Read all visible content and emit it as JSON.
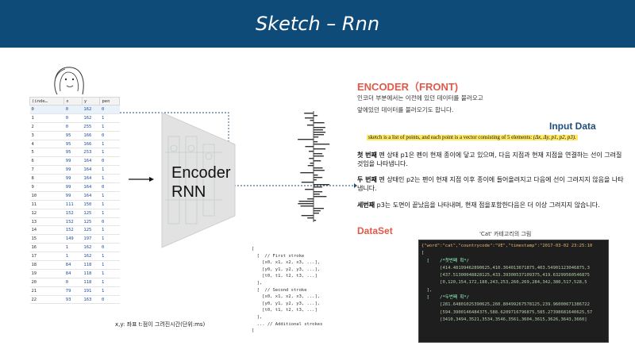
{
  "header": {
    "title": "Sketch – Rnn"
  },
  "table": {
    "columns": [
      "(inde…",
      "x",
      "y",
      "pen"
    ],
    "rows": [
      [
        "0",
        "0",
        "162",
        "0"
      ],
      [
        "1",
        "0",
        "162",
        "1"
      ],
      [
        "2",
        "0",
        "255",
        "1"
      ],
      [
        "3",
        "95",
        "166",
        "0"
      ],
      [
        "4",
        "95",
        "166",
        "1"
      ],
      [
        "5",
        "95",
        "253",
        "1"
      ],
      [
        "6",
        "99",
        "164",
        "0"
      ],
      [
        "7",
        "99",
        "164",
        "1"
      ],
      [
        "8",
        "99",
        "164",
        "1"
      ],
      [
        "9",
        "99",
        "164",
        "0"
      ],
      [
        "10",
        "99",
        "164",
        "1"
      ],
      [
        "11",
        "111",
        "150",
        "1"
      ],
      [
        "12",
        "152",
        "125",
        "1"
      ],
      [
        "13",
        "152",
        "125",
        "0"
      ],
      [
        "14",
        "152",
        "125",
        "1"
      ],
      [
        "15",
        "149",
        "197",
        "1"
      ],
      [
        "16",
        "1",
        "162",
        "0"
      ],
      [
        "17",
        "1",
        "162",
        "1"
      ],
      [
        "18",
        "84",
        "118",
        "1"
      ],
      [
        "19",
        "84",
        "118",
        "1"
      ],
      [
        "20",
        "0",
        "118",
        "1"
      ],
      [
        "21",
        "79",
        "191",
        "1"
      ],
      [
        "22",
        "93",
        "163",
        "0"
      ]
    ]
  },
  "encoder": {
    "line1": "Encoder",
    "line2": "RNN"
  },
  "encoder_section": {
    "heading": "ENCODER（FRONT)",
    "desc_line1": "인코더 부분에서는 이전에 있던 데이터를 불러오고",
    "desc_line2": "앞에있던 데이터를 불러오기도 합니다."
  },
  "input_data": {
    "heading": "Input Data",
    "sketch_text": "sketch is a list of points, and each point is a vector consisting of 5 elements:",
    "sketch_math": "(Δx, Δy, p1, p2, p3)."
  },
  "paragraphs": {
    "p1_bold": "첫 번째",
    "p1_rest": " 펜 상태 p1은 펜이 현재 종이에 닿고 있으며, 다음 지점과 현재 지점을 연결하는 선이 그려질 것임을 나타냅니다.",
    "p2_bold": "두 번째",
    "p2_rest": " 펜 상태인 p2는 펜이 현재 지점 이후 종이에 들어올려지고 다음에 선이 그려지지 않음을 나타냅니다.",
    "p3_bold": "세번째",
    "p3_rest": " p3는 도면이 끝났음을 나타내며, 현재 점을포함한다음은 더 이상 그려지지 않습니다."
  },
  "dataset": {
    "heading": "DataSet",
    "caption": "'Cat' 카테고리의 그림"
  },
  "code_lines": [
    "[",
    "  [  // First stroke",
    "    [x0, x1, x2, x3, ...],",
    "    [y0, y1, y2, y3, ...],",
    "    [t0, t1, t2, t3, ...]",
    "  ],",
    "  [  // Second stroke",
    "    [x0, x1, x2, x3, ...],",
    "    [y0, y1, y2, y3, ...],",
    "    [t0, t1, t2, t3, ...]",
    "  ],",
    "  ... // Additional strokes",
    "]"
  ],
  "coord_caption": "x,y: 좌표    t:점이 그려진시간(단위:ms)",
  "json_lines": [
    {
      "t": "{\"word\":\"cat\",\"countrycode\":\"VE\",\"timestamp\":\"2017-03-02 23:25:10",
      "c": "str"
    },
    {
      "t": "[",
      "c": "wh"
    },
    {
      "t": "  [    /*첫번째 획*/",
      "c": "cm"
    },
    {
      "t": "       [414.48199462890625,410.364013671875,403.54901123046875,3",
      "c": "nm"
    },
    {
      "t": "       [437.51300048828125,433.39300537109375,419.63299560546875",
      "c": "nm"
    },
    {
      "t": "       [0,120,154,172,188,243,253,260,269,284,342,380,517,528,5",
      "c": "nm"
    },
    {
      "t": "  ],",
      "c": "wh"
    },
    {
      "t": "  [    /*두번째 획*/",
      "c": "cm"
    },
    {
      "t": "       [281.64801025390625,260.80499267578125,239.96000671386722",
      "c": "nm"
    },
    {
      "t": "       [594.3900146484375,588.6209716796875,585.27398681640625,57",
      "c": "nm"
    },
    {
      "t": "       [3410,3494,3521,3534,3546,3561,3604,3615,3626,3643,3660]",
      "c": "nm"
    }
  ],
  "colors": {
    "title_bar": "#0f4b78",
    "accent_red": "#e05a4a",
    "navy": "#1f4e79",
    "highlight": "#ffe866"
  }
}
